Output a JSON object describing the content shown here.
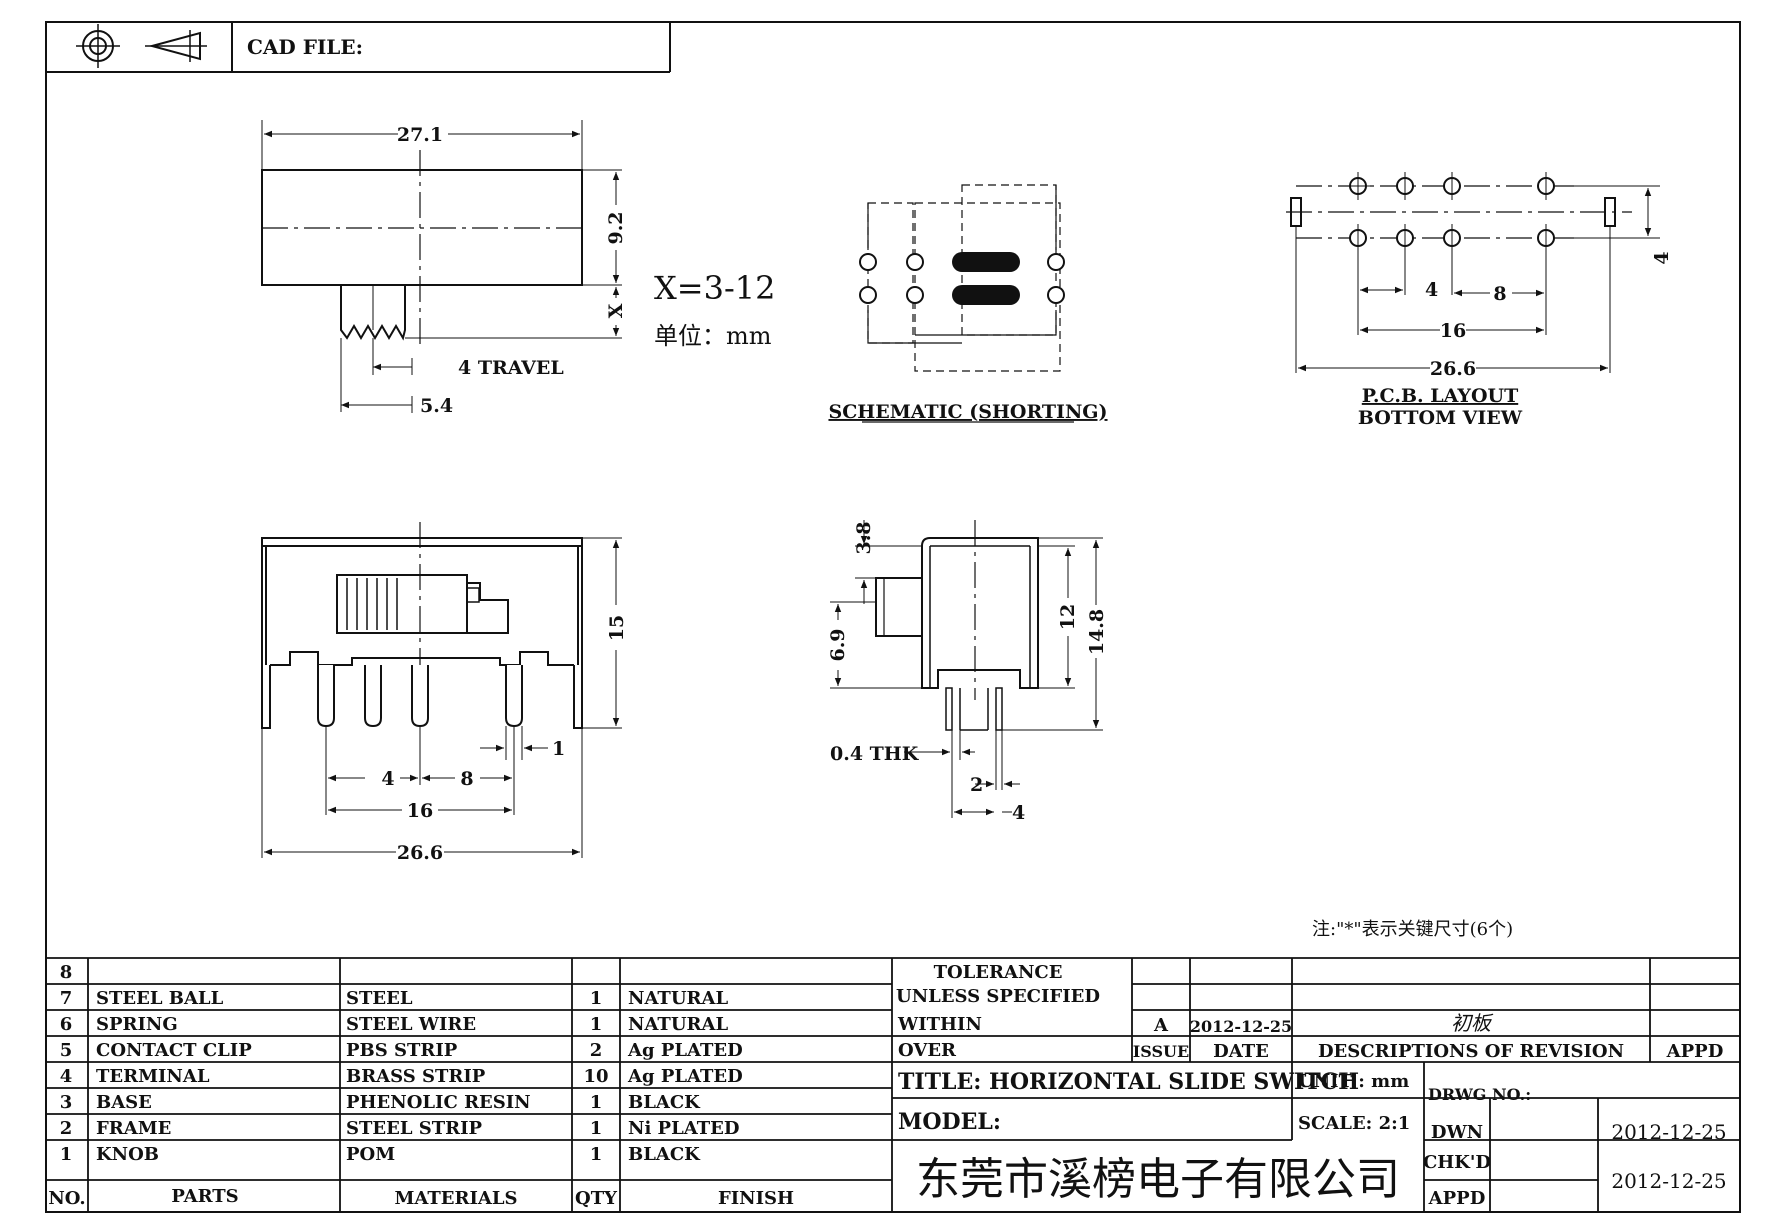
{
  "header": {
    "cad_file_label": "CAD FILE:",
    "projection_symbols": [
      "crosshair-circle-icon",
      "cone-projection-icon"
    ]
  },
  "top_view": {
    "length": "27.1",
    "height": "9.2",
    "x_dim": "X",
    "travel": "4 TRAVEL",
    "knob_offset": "5.4",
    "x_range": "X=3-12",
    "unit_note": "单位：mm"
  },
  "schematic": {
    "title": "SCHEMATIC (SHORTING)"
  },
  "pcb_layout": {
    "title_line1": "P.C.B. LAYOUT",
    "title_line2": "BOTTOM VIEW",
    "pitch_a": "4",
    "pitch_b": "8",
    "span_16": "16",
    "total_26_6": "26.6",
    "row_gap": "4"
  },
  "front_view": {
    "height_15": "15",
    "pin_width": "1",
    "pitch_a": "4",
    "pitch_b": "8",
    "span_16": "16",
    "total_26_6": "26.6"
  },
  "side_view": {
    "knob_top": "3.8",
    "knob_len": "6.9",
    "body_12": "12",
    "total_14_8": "14.8",
    "thickness": "0.4 THK",
    "pin_2": "2",
    "pin_4": "4"
  },
  "note": "注:\"*\"表示关键尺寸(6个)",
  "bom": {
    "rows": [
      {
        "no": "8",
        "part": "",
        "material": "",
        "qty": "",
        "finish": ""
      },
      {
        "no": "7",
        "part": "STEEL BALL",
        "material": "STEEL",
        "qty": "1",
        "finish": "NATURAL"
      },
      {
        "no": "6",
        "part": "SPRING",
        "material": "STEEL WIRE",
        "qty": "1",
        "finish": "NATURAL"
      },
      {
        "no": "5",
        "part": "CONTACT CLIP",
        "material": "PBS STRIP",
        "qty": "2",
        "finish": "Ag PLATED"
      },
      {
        "no": "4",
        "part": "TERMINAL",
        "material": "BRASS STRIP",
        "qty": "10",
        "finish": "Ag PLATED"
      },
      {
        "no": "3",
        "part": "BASE",
        "material": "PHENOLIC RESIN",
        "qty": "1",
        "finish": "BLACK"
      },
      {
        "no": "2",
        "part": "FRAME",
        "material": "STEEL STRIP",
        "qty": "1",
        "finish": "Ni PLATED"
      },
      {
        "no": "1",
        "part": "KNOB",
        "material": "POM",
        "qty": "1",
        "finish": "BLACK"
      }
    ],
    "headers": {
      "no": "NO.",
      "part": "PARTS",
      "material": "MATERIALS",
      "qty": "QTY",
      "finish": "FINISH"
    }
  },
  "title_block": {
    "tolerance_1": "TOLERANCE",
    "tolerance_2": "UNLESS  SPECIFIED",
    "within": "WITHIN",
    "over": "OVER",
    "issue_value": "A",
    "issue_date": "2012-12-25",
    "revision_desc": "初板",
    "issue_label": "ISSUE",
    "date_label": "DATE",
    "desc_label": "DESCRIPTIONS OF REVISION",
    "appd_label": "APPD",
    "title": "TITLE: HORIZONTAL SLIDE SWITCH",
    "unit": "UNIT : mm",
    "drwg_no": "DRWG NO.:",
    "model": "MODEL:",
    "scale": "SCALE: 2:1",
    "dwn": "DWN",
    "dwn_date": "2012-12-25",
    "company": "东莞市溪榜电子有限公司",
    "chkd": "CHK'D",
    "appd2": "APPD",
    "chk_date": "2012-12-25"
  }
}
